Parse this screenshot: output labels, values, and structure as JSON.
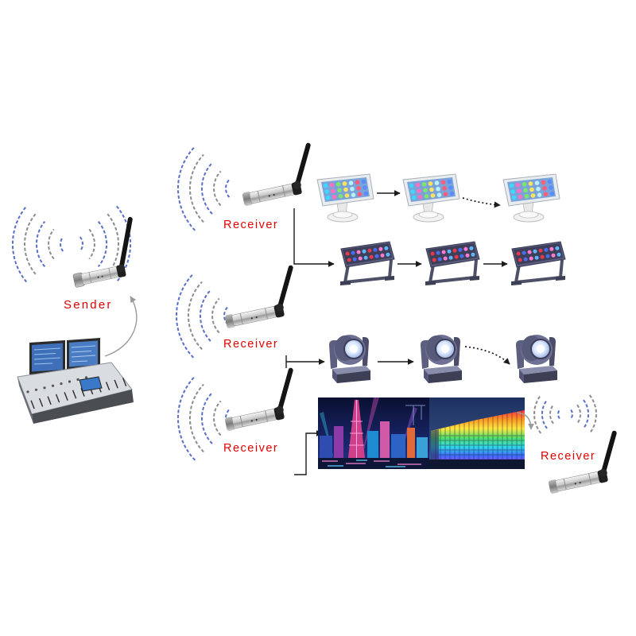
{
  "diagram": {
    "sender": {
      "label": "Sender"
    },
    "receivers": [
      {
        "label": "Receiver"
      },
      {
        "label": "Receiver"
      },
      {
        "label": "Receiver"
      },
      {
        "label": "Receiver"
      }
    ]
  },
  "colors": {
    "label_red": "#e00000",
    "wave_blue": "#5a6fc6",
    "wave_gray": "#8c8c8c",
    "connector": "#1c1c1c"
  },
  "icons": {
    "transmitter": "wireless-dmx-transmitter-icon",
    "receiver": "wireless-dmx-receiver-icon",
    "console": "lighting-console-icon",
    "flood": "led-flood-light-icon",
    "wall_washer": "led-wall-washer-icon",
    "moving_head": "moving-head-light-icon",
    "photo": "architectural-lighting-photo"
  }
}
